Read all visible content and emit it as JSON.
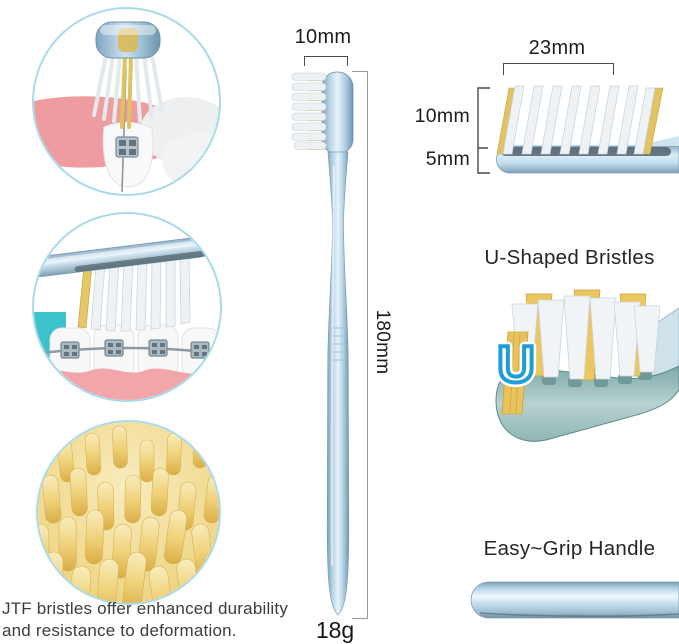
{
  "measurements": {
    "head_width": "10mm",
    "head_length": "23mm",
    "bristle_height": "10mm",
    "head_thickness": "5mm",
    "brush_length": "180mm",
    "weight": "18g"
  },
  "features": {
    "u_shaped_title": "U-Shaped Bristles",
    "u_mark": "U",
    "easy_grip_title": "Easy~Grip Handle"
  },
  "caption": {
    "line1": "JTF bristles offer enhanced durability",
    "line2": "and resistance to deformation."
  },
  "icons": {
    "inset_1": "interdental-braces-cleaning-photo",
    "inset_2": "brushing-braces-photo",
    "inset_3": "bristle-tips-macro-photo"
  },
  "colors": {
    "accent_blue": "#1f9ddb",
    "handle_blue": "#bdd9ea",
    "bristle_yellow": "#e8c25c",
    "circle_border": "#a9daea",
    "gum_pink": "#ee9c9f",
    "text": "#1f1f1f"
  }
}
